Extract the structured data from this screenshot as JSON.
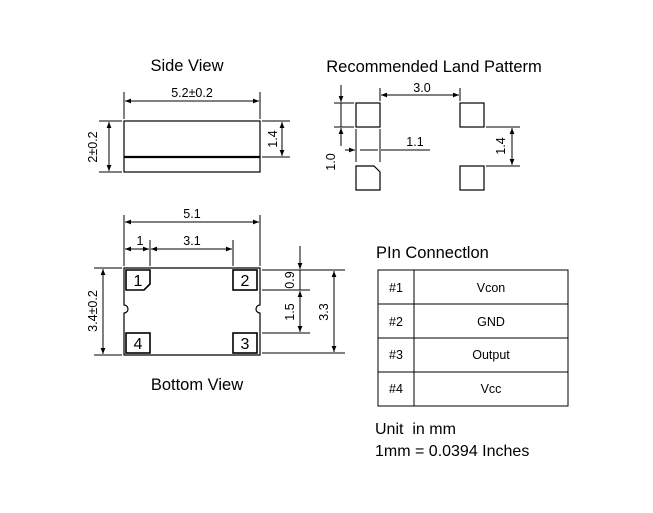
{
  "titles": {
    "side_view": "Side View",
    "land_pattern": "Recommended Land Patterm",
    "bottom_view": "Bottom View",
    "pin_connection": "PIn Connectlon"
  },
  "side_view": {
    "length": "5.2±0.2",
    "height": "2±0.2",
    "lead_height": "1.4"
  },
  "land_pattern": {
    "pad_spacing_x": "3.0",
    "pad_width": "1.1",
    "pad_height": "1.0",
    "pad_spacing_y": "1.4"
  },
  "bottom_view": {
    "overall_length": "5.1",
    "pin_offset": "1",
    "pin_pitch_x": "3.1",
    "height": "3.4±0.2",
    "pad_height": "0.9",
    "pad_gap": "1.5",
    "overall_pad_span": "3.3",
    "pins": [
      "1",
      "2",
      "3",
      "4"
    ]
  },
  "pin_table": [
    {
      "pin": "#1",
      "function": "Vcon"
    },
    {
      "pin": "#2",
      "function": "GND"
    },
    {
      "pin": "#3",
      "function": "Output"
    },
    {
      "pin": "#4",
      "function": "Vcc"
    }
  ],
  "units": {
    "unit_line": "Unit  in mm",
    "conversion": "1mm = 0.0394 Inches"
  }
}
